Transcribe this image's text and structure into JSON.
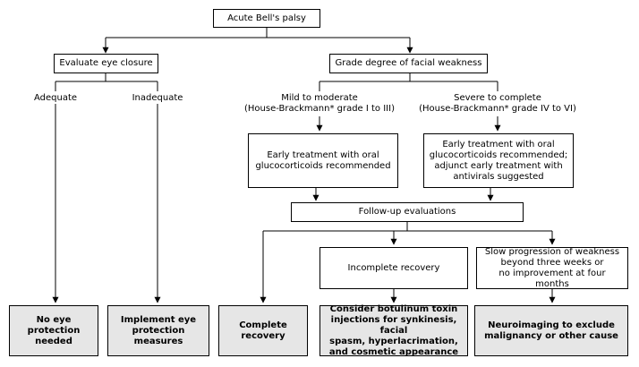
{
  "nodes": {
    "root": "Acute Bell's palsy",
    "eye_closure": "Evaluate eye closure",
    "grade_weakness": "Grade degree of facial weakness",
    "adequate": "Adequate",
    "inadequate": "Inadequate",
    "mild": "Mild to moderate\n(House-Brackmann* grade I to III)",
    "severe": "Severe to complete\n(House-Brackmann* grade IV to VI)",
    "early_oral": "Early treatment with oral\nglucocorticoids recommended",
    "early_oral_antivirals": "Early treatment with oral\nglucocorticoids recommended;\nadjunct early treatment with\nantivirals suggested",
    "followup": "Follow-up evaluations",
    "incomplete": "Incomplete recovery",
    "slow_progression": "Slow progression of weakness\nbeyond three weeks or\nno improvement at four months",
    "no_eye_protection": "No eye protection\nneeded",
    "implement_eye": "Implement eye\nprotection measures",
    "complete_recovery": "Complete recovery",
    "botulinum": "Consider botulinum toxin\ninjections for synkinesis, facial\nspasm, hyperlacrimation,\nand cosmetic appearance",
    "neuroimaging": "Neuroimaging to exclude\nmalignancy or other cause"
  },
  "colors": {
    "line": "#000000",
    "terminal_fill": "#e6e6e6"
  }
}
